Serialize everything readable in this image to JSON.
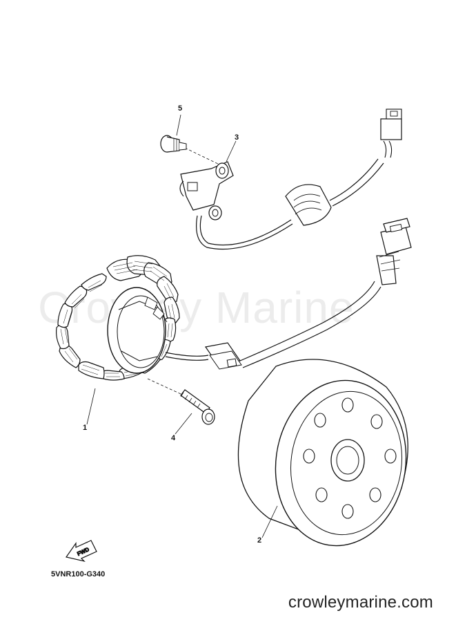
{
  "watermark": "Crowley Marine",
  "callouts": {
    "p1": "1",
    "p2": "2",
    "p3": "3",
    "p4": "4",
    "p5": "5"
  },
  "fwd_label": "FWD",
  "diagram_code": "5VNR100-G340",
  "website": "crowleymarine.com",
  "parts": [
    {
      "ref": "1",
      "icon": "stator-coil-icon"
    },
    {
      "ref": "2",
      "icon": "rotor-flywheel-icon"
    },
    {
      "ref": "3",
      "icon": "pickup-sensor-icon"
    },
    {
      "ref": "4",
      "icon": "bolt-icon"
    },
    {
      "ref": "5",
      "icon": "screw-icon"
    }
  ]
}
